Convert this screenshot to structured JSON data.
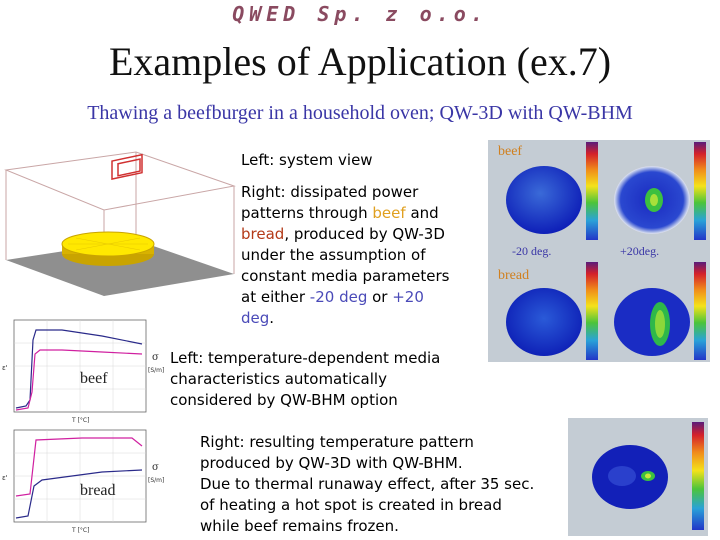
{
  "header": {
    "logo": "QWED Sp. z o.o.",
    "title": "Examples of Application (ex.7)",
    "subtitle": "Thawing a beefburger in a household oven; QW-3D with QW-BHM"
  },
  "text": {
    "left_system": "Left: system view",
    "right_prefix": "Right: dissipated power patterns through ",
    "beef": "beef",
    "and": " and",
    "bread": "bread",
    "right_middle": ",  produced by QW-3D under the assumption of constant media parameters at either ",
    "minus20": "-20 deg",
    "or": " or ",
    "plus20": "+20 deg",
    "period": ".",
    "left_media": "Left: temperature-dependent media characteristics automatically considered by QW-BHM option",
    "right_result_1": "Right: resulting temperature pattern",
    "right_result_2": "produced by QW-3D with QW-BHM.",
    "right_result_3": "Due to thermal runaway effect, after 35 sec.",
    "right_result_4": "of heating a hot spot is created in bread",
    "right_result_5": "while beef remains frozen."
  },
  "power_panel": {
    "beef": "beef",
    "bread": "bread",
    "minus20": "-20 deg.",
    "plus20": "+20deg."
  },
  "charts": {
    "beef_label": "beef",
    "bread_label": "bread",
    "eps_symbol": "ε'",
    "sigma_symbol": "σ",
    "sigma_unit": "[S/m]",
    "x_axis_label": "T [°C]"
  },
  "colors": {
    "logo": "#8a4a60",
    "subtitle": "#3a36a6",
    "beef": "#e0a020",
    "bread": "#b43a18",
    "deg": "#4a4ab8",
    "panel": "#c4ccd4"
  }
}
